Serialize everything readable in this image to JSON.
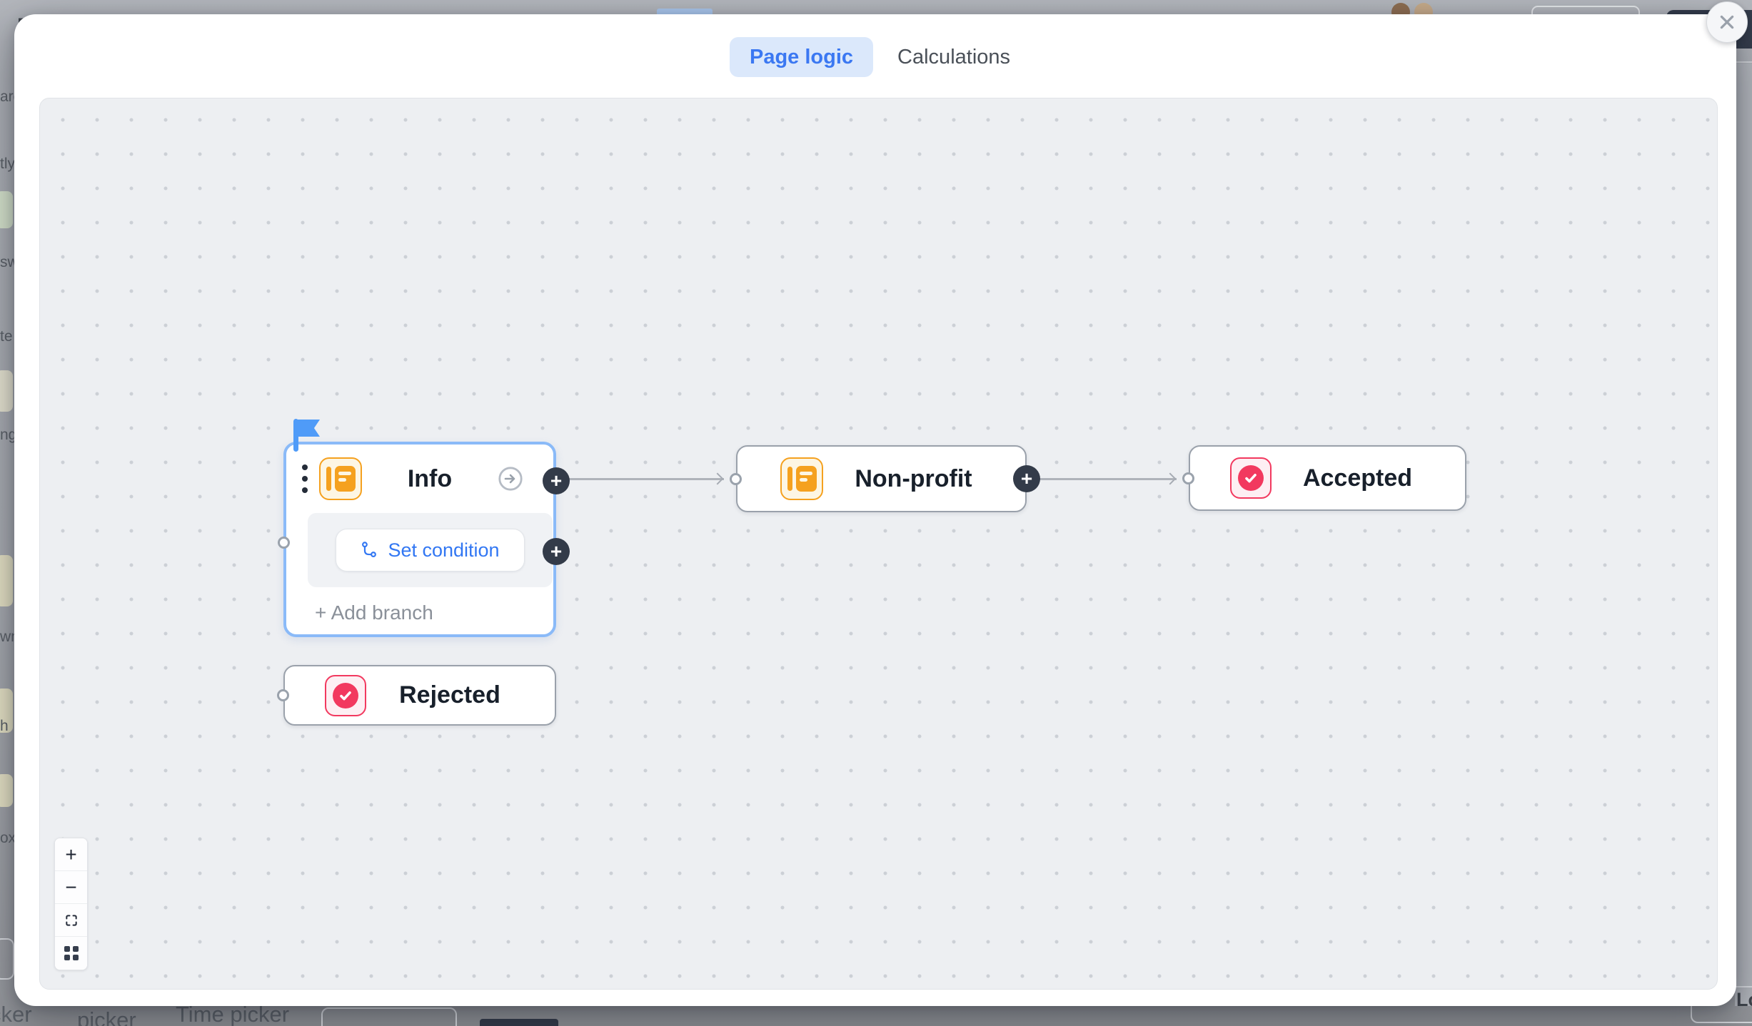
{
  "modal": {
    "tabs": [
      {
        "label": "Page logic",
        "active": true
      },
      {
        "label": "Calculations",
        "active": false
      }
    ]
  },
  "canvas": {
    "plus_label": "+",
    "nodes": {
      "info": {
        "title": "Info",
        "set_condition": "Set condition",
        "add_branch": "+ Add branch"
      },
      "non_profit": {
        "title": "Non-profit"
      },
      "accepted": {
        "title": "Accepted"
      },
      "rejected": {
        "title": "Rejected"
      }
    },
    "controls": {
      "zoom_in": "+",
      "zoom_out": "−"
    }
  },
  "background": {
    "left_fragments": [
      "D",
      "arc",
      "tly",
      "sw",
      "te",
      "ng",
      "wn",
      "h",
      "oxe"
    ],
    "bottom_fragments": [
      "cker",
      "picker",
      "Time picker"
    ],
    "right_fragment": "Lo"
  },
  "colors": {
    "accent_blue": "#3b78f2",
    "selected_border": "#8abaf8",
    "node_border": "#9aa1ab",
    "orange": "#f5a11f",
    "pink": "#f2395f",
    "dark_plus": "#333b49",
    "canvas_bg": "#edeff2"
  }
}
